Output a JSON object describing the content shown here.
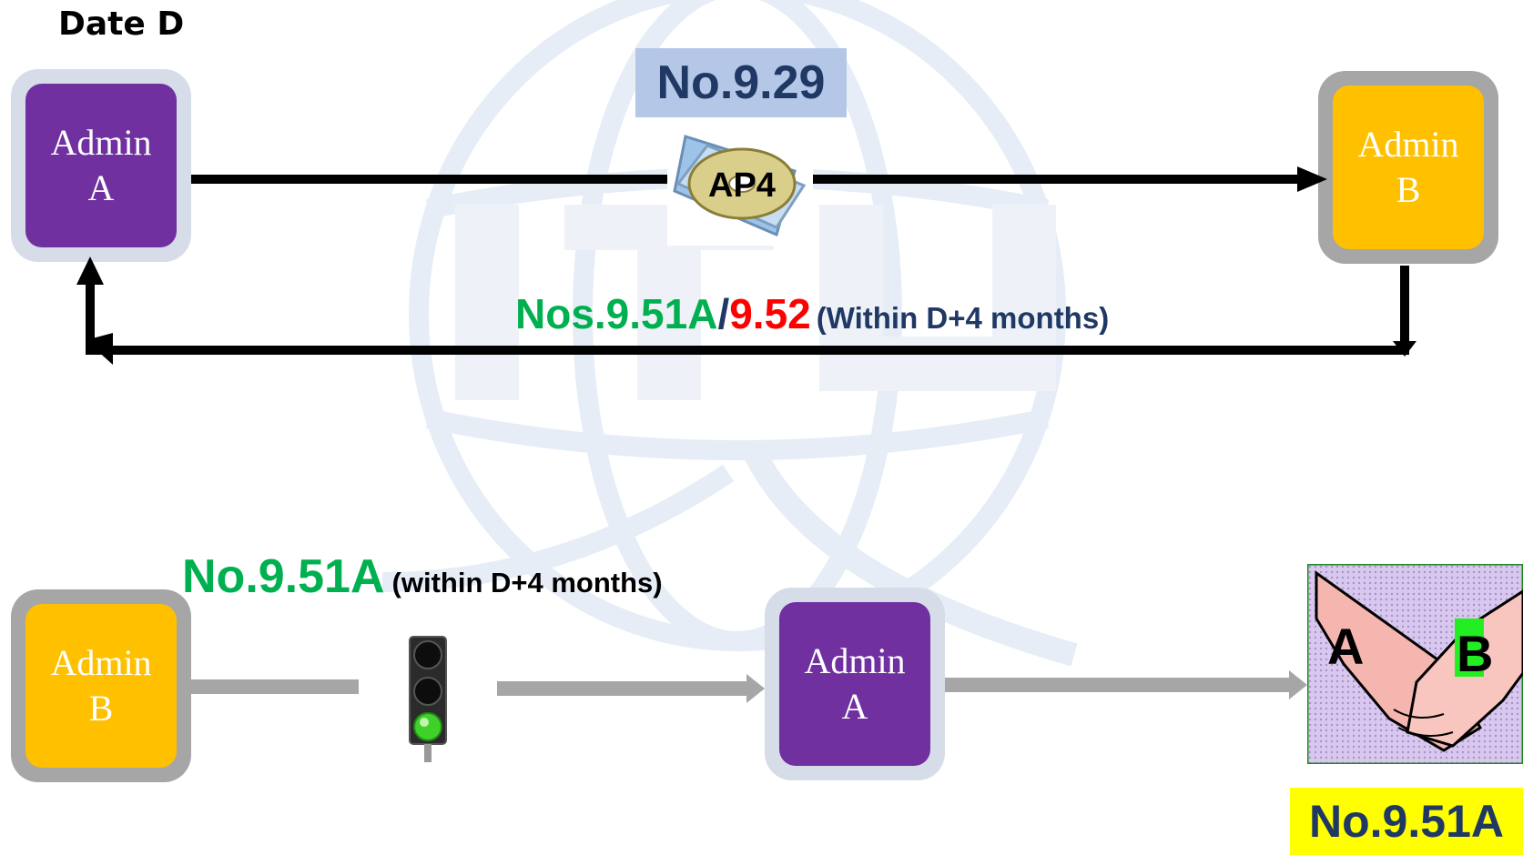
{
  "date_label": "Date D",
  "top_flow": {
    "sender": {
      "line1": "Admin",
      "line2": "A"
    },
    "receiver": {
      "line1": "Admin",
      "line2": "B"
    },
    "provision_label": "No.9.29",
    "disc_label": "AP4",
    "return_label": {
      "part1": "Nos.9.51A",
      "slash": "/",
      "part2": "9.52",
      "note": "(Within D+4 months)"
    }
  },
  "bottom_flow": {
    "sender": {
      "line1": "Admin",
      "line2": "B"
    },
    "receiver": {
      "line1": "Admin",
      "line2": "A"
    },
    "provision_label": "No.9.51A",
    "note": "(within D+4 months)",
    "handshake_letters": {
      "left": "A",
      "right": "B"
    },
    "result_label": "No.9.51A"
  },
  "colors": {
    "purple": "#7030a0",
    "yellow": "#ffc000",
    "green": "#00b050",
    "red": "#ff0000",
    "navy": "#1f3864",
    "grey_arrow": "#a6a6a6",
    "watermark": "#e8eef6"
  },
  "icons": [
    "itu-globe-watermark-icon",
    "cd-disc-icon",
    "traffic-light-icon",
    "handshake-icon"
  ]
}
